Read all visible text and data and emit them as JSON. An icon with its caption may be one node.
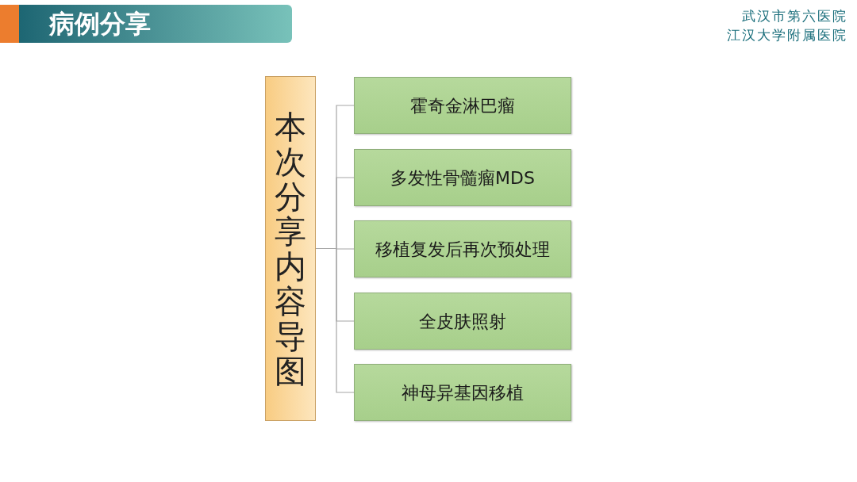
{
  "diagram": {
    "title": "病例分享",
    "nodes": [
      {
        "text": [
          "本次分享内容导图"
        ]
      },
      {
        "text": [
          "霍奇金淋巴瘤"
        ]
      },
      {
        "text": [
          "多发性骨髓瘤MDS"
        ]
      },
      {
        "text": [
          "移植复发后再次预处理"
        ]
      },
      {
        "text": [
          "全皮肤照射"
        ]
      },
      {
        "text": [
          "神母异基因移植"
        ]
      }
    ],
    "edges": [
      {
        "from": 0,
        "to": 1,
        "arrow": "none"
      },
      {
        "from": 0,
        "to": 2,
        "arrow": "none"
      },
      {
        "from": 0,
        "to": 3,
        "arrow": "none"
      },
      {
        "from": 0,
        "to": 4,
        "arrow": "none"
      },
      {
        "from": 0,
        "to": 5,
        "arrow": "none"
      }
    ],
    "labels": [
      "武汉市第六医院",
      "江汉大学附属医院"
    ]
  }
}
